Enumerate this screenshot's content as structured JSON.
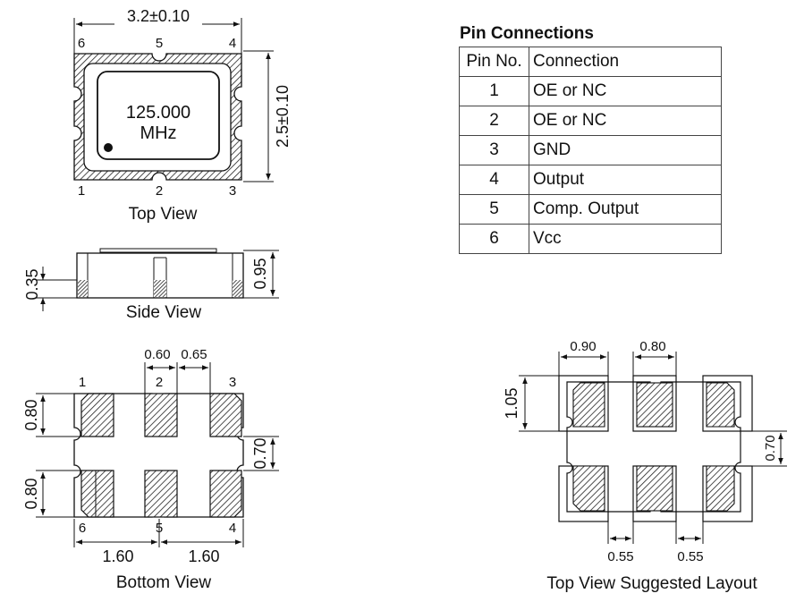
{
  "top_view": {
    "width_dim": "3.2±0.10",
    "height_dim": "2.5±0.10",
    "frequency": "125.000",
    "unit": "MHz",
    "pins_top": [
      "6",
      "5",
      "4"
    ],
    "pins_bottom": [
      "1",
      "2",
      "3"
    ],
    "caption": "Top View"
  },
  "side_view": {
    "left_dim": "0.35",
    "right_dim": "0.95",
    "caption": "Side View"
  },
  "bottom_view": {
    "dim_gap": "0.60",
    "dim_pad": "0.65",
    "dim_pad_h_top": "0.80",
    "dim_pad_h_bottom": "0.80",
    "dim_gap_v": "0.70",
    "dim_pitch_left": "1.60",
    "dim_pitch_right": "1.60",
    "pins_top": [
      "1",
      "2",
      "3"
    ],
    "pins_bottom": [
      "6",
      "5",
      "4"
    ],
    "caption": "Bottom View"
  },
  "layout_view": {
    "dim_w1": "0.90",
    "dim_w2": "0.80",
    "dim_h": "1.05",
    "dim_gap_v": "0.70",
    "dim_gap_left": "0.55",
    "dim_gap_right": "0.55",
    "caption": "Top View Suggested Layout"
  },
  "pin_table": {
    "title": "Pin Connections",
    "headers": [
      "Pin No.",
      "Connection"
    ],
    "rows": [
      {
        "no": "1",
        "connection": "OE or NC"
      },
      {
        "no": "2",
        "connection": "OE or NC"
      },
      {
        "no": "3",
        "connection": "GND"
      },
      {
        "no": "4",
        "connection": "Output"
      },
      {
        "no": "5",
        "connection": "Comp. Output"
      },
      {
        "no": "6",
        "connection": "Vcc"
      }
    ]
  }
}
